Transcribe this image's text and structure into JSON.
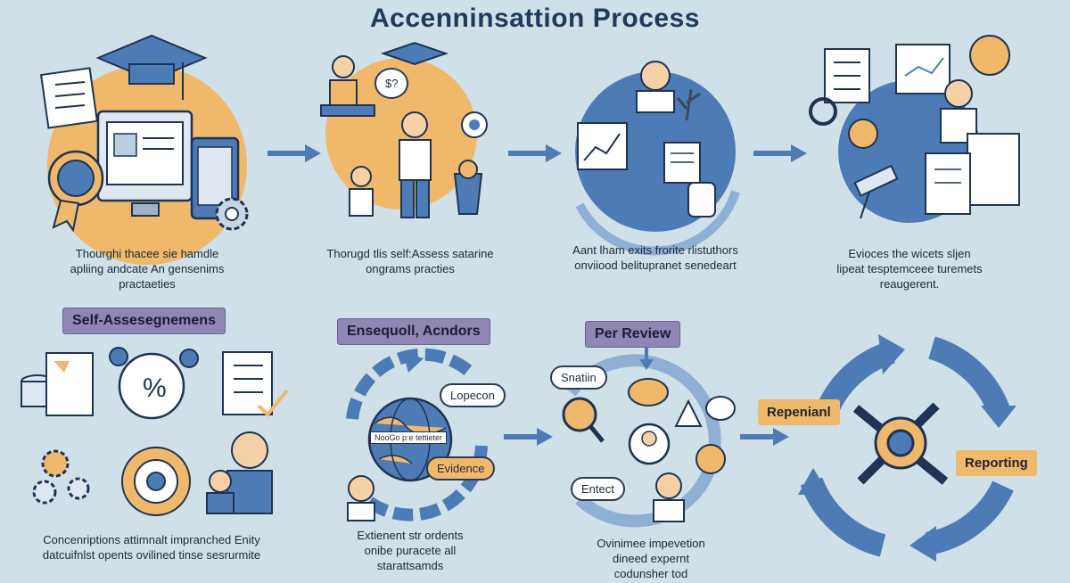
{
  "title": "Accenninsattion Process",
  "steps_top": [
    {
      "caption": [
        "Thourghi thacee sie hamdle",
        "apliing andcate An gensenims",
        "practaeties"
      ]
    },
    {
      "caption": [
        "Thorugd tlis self:Assess satarine",
        "ongrams practies"
      ],
      "bubble": "$?"
    },
    {
      "caption": [
        "Aant lham exits frorite rlistuthors",
        "onviiood belitupranet senedeart"
      ]
    },
    {
      "caption": [
        "Evioces the wicets sljen",
        "lipeat tesptemceee turemets",
        "reaugerent."
      ]
    }
  ],
  "steps_bottom": [
    {
      "tag": "Self-Assesegnemens",
      "caption": [
        "Concenriptions attimnalt impranched Enity",
        "datcuifnlst opents ovilined tinse sesrurmite"
      ]
    },
    {
      "tag": "Ensequoll, Acndors",
      "caption": [
        "Extienent str ordents",
        "onibe puracete all",
        "starattsamds"
      ],
      "bubbles": [
        "Lopecon",
        "Evidence"
      ],
      "globe_label": "NooGo p:e tettieter"
    },
    {
      "tag": "Per Review",
      "caption": [
        "Ovinimee impevetion",
        "dineed expernt",
        "codunsher tod"
      ],
      "bubbles": [
        "Snatiin",
        "Entect"
      ]
    },
    {
      "tags": [
        "Repenianl",
        "Reporting"
      ]
    }
  ],
  "colors": {
    "blue": "#4d7bb5",
    "orange": "#f0b86a",
    "purple": "#8f86b3",
    "navy": "#1f3352",
    "bg": "#cfe0e8"
  }
}
